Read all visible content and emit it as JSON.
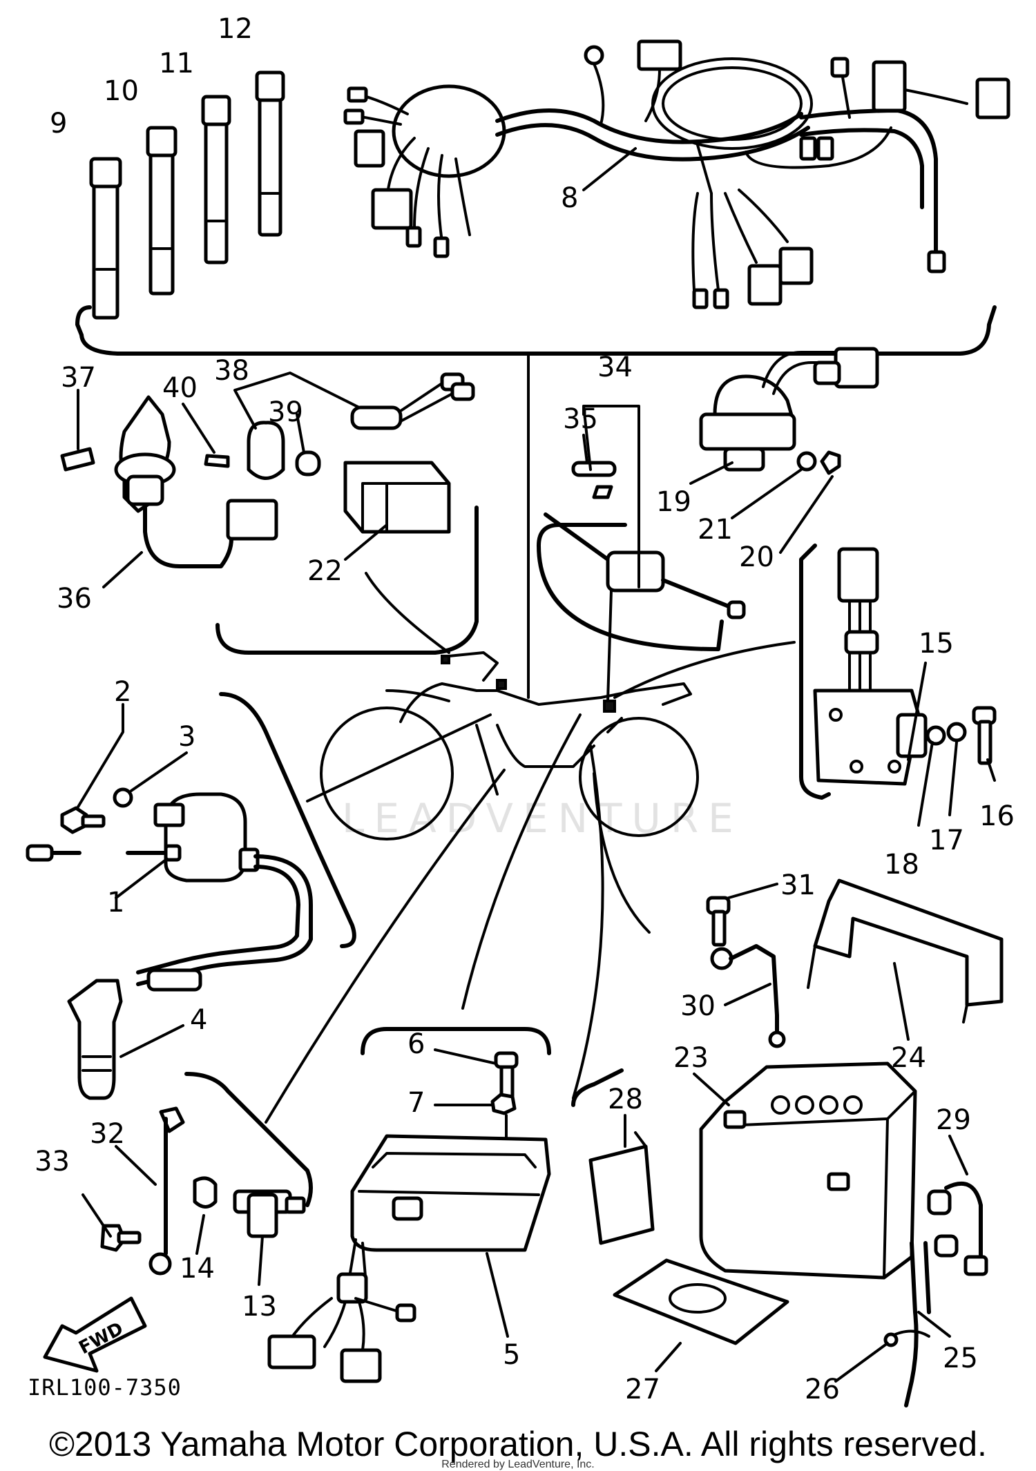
{
  "diagram": {
    "code": "IRL100-7350",
    "direction_label": "FWD",
    "watermark": "LEADVENTURE",
    "callouts": [
      "1",
      "2",
      "3",
      "4",
      "5",
      "6",
      "7",
      "8",
      "9",
      "10",
      "11",
      "12",
      "13",
      "14",
      "15",
      "16",
      "17",
      "18",
      "19",
      "20",
      "21",
      "22",
      "23",
      "24",
      "25",
      "26",
      "27",
      "28",
      "29",
      "30",
      "31",
      "32",
      "33",
      "34",
      "35",
      "36",
      "37",
      "38",
      "39",
      "40"
    ]
  },
  "footer": {
    "copyright": "©2013 Yamaha Motor Corporation, U.S.A. All rights reserved.",
    "rendered_by": "Rendered by LeadVenture, Inc."
  }
}
